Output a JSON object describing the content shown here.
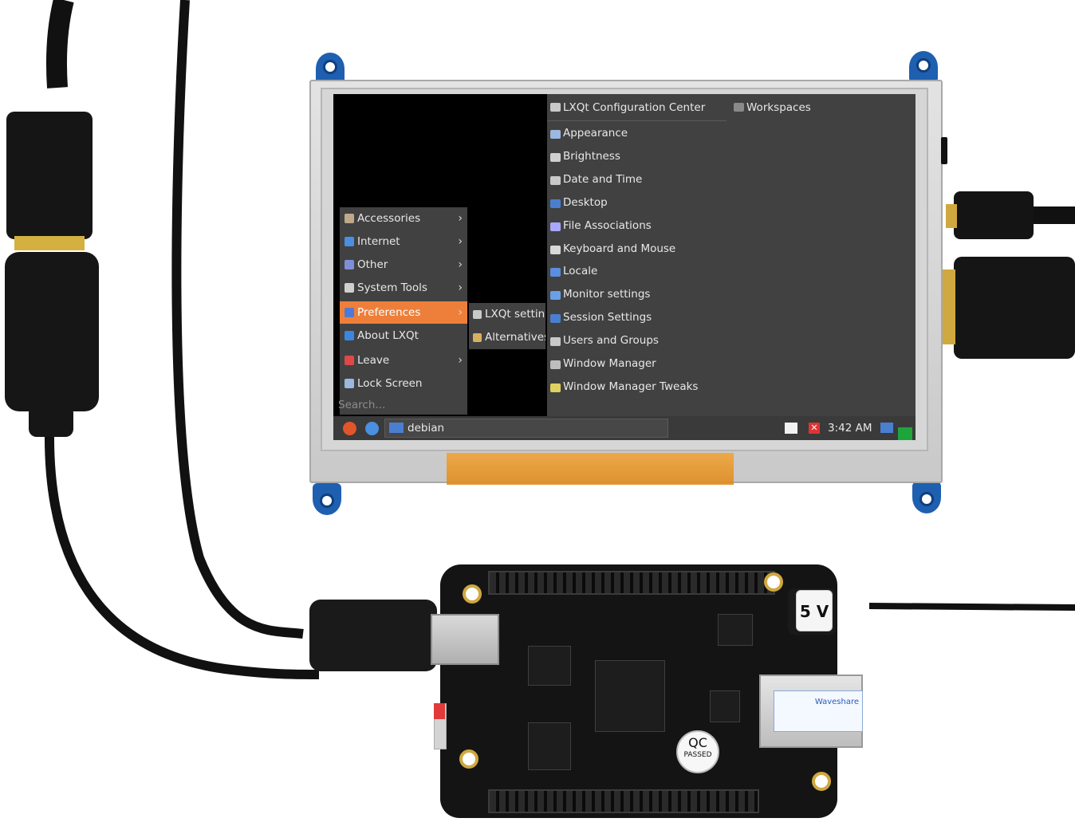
{
  "menu": {
    "items": [
      {
        "label": "Accessories",
        "has_submenu": true,
        "icon": "accessories-icon",
        "color": "#bfa98a"
      },
      {
        "label": "Internet",
        "has_submenu": true,
        "icon": "globe-icon",
        "color": "#4a8fe0"
      },
      {
        "label": "Other",
        "has_submenu": true,
        "icon": "other-apps-icon",
        "color": "#7d8fd8"
      },
      {
        "label": "System Tools",
        "has_submenu": true,
        "icon": "gear-icon",
        "color": "#cfcfcf"
      },
      {
        "label": "Preferences",
        "has_submenu": true,
        "icon": "preferences-icon",
        "color": "#4d7ad6",
        "active": true
      },
      {
        "label": "About LXQt",
        "has_submenu": false,
        "icon": "info-icon",
        "color": "#3a86e0"
      },
      {
        "label": "Leave",
        "has_submenu": true,
        "icon": "shield-icon",
        "color": "#e04848"
      },
      {
        "label": "Lock Screen",
        "has_submenu": false,
        "icon": "lock-screen-icon",
        "color": "#9ab8e0"
      }
    ],
    "search_placeholder": "Search...",
    "active_color": "#ee7f3a"
  },
  "submenu": {
    "items": [
      {
        "label": "LXQt settings",
        "icon": "tools-icon",
        "color": "#c9c9c9"
      },
      {
        "label": "Alternatives",
        "icon": "alternatives-icon",
        "color": "#d8b060"
      }
    ]
  },
  "config_center": {
    "title": "LXQt Configuration Center",
    "workspaces": "Workspaces",
    "items": [
      {
        "label": "Appearance",
        "icon": "appearance-icon",
        "color": "#9ab8e0"
      },
      {
        "label": "Brightness",
        "icon": "brightness-icon",
        "color": "#cfcfcf"
      },
      {
        "label": "Date and Time",
        "icon": "tools-icon",
        "color": "#c9c9c9"
      },
      {
        "label": "Desktop",
        "icon": "desktop-icon",
        "color": "#4a7fd0"
      },
      {
        "label": "File Associations",
        "icon": "file-associations-icon",
        "color": "#a8a8ff"
      },
      {
        "label": "Keyboard and Mouse",
        "icon": "keyboard-icon",
        "color": "#d8d8d8"
      },
      {
        "label": "Locale",
        "icon": "locale-icon",
        "color": "#5a8ee0"
      },
      {
        "label": "Monitor settings",
        "icon": "monitor-icon",
        "color": "#6aa0e8"
      },
      {
        "label": "Session Settings",
        "icon": "session-icon",
        "color": "#4a7fd0"
      },
      {
        "label": "Users and Groups",
        "icon": "tools-icon",
        "color": "#c9c9c9"
      },
      {
        "label": "Window Manager",
        "icon": "window-manager-icon",
        "color": "#bdbdbd"
      },
      {
        "label": "Window Manager Tweaks",
        "icon": "window-tweaks-icon",
        "color": "#e0d060"
      }
    ]
  },
  "taskbar": {
    "window_label": "debian",
    "clock": "3:42 AM",
    "start_color": "#e0552b",
    "browser_color": "#4a8fe0"
  },
  "hardware": {
    "power_label": "5 V",
    "qc_label": "QC",
    "qc_sub": "PASSED",
    "eth_label": "Waveshare"
  }
}
